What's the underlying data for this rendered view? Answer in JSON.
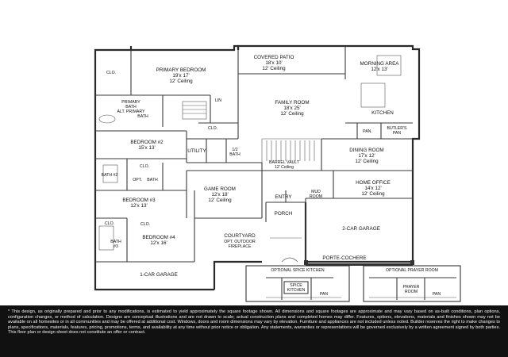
{
  "rooms": {
    "primary_bedroom": {
      "name": "PRIMARY BEDROOM",
      "size": "19'x 17'",
      "ceiling": "12' Ceiling"
    },
    "covered_patio": {
      "name": "COVERED PATIO",
      "size": "18'x 10'",
      "ceiling": "12' Ceiling"
    },
    "morning_area": {
      "name": "MORNING AREA",
      "size": "12'x 13'"
    },
    "family_room": {
      "name": "FAMILY ROOM",
      "size": "18'x 25'",
      "ceiling": "12' Ceiling"
    },
    "kitchen": {
      "name": "KITCHEN"
    },
    "bedroom_2": {
      "name": "BEDROOM #2",
      "size": "15'x 13'"
    },
    "dining_room": {
      "name": "DINING ROOM",
      "size": "17'x 12'",
      "ceiling": "12' Ceiling"
    },
    "barrel_vault": {
      "name": "BARREL VAULT",
      "ceiling": "12' Ceiling"
    },
    "home_office": {
      "name": "HOME OFFICE",
      "size": "14'x 12'",
      "ceiling": "12' Ceiling"
    },
    "game_room": {
      "name": "GAME ROOM",
      "size": "12'x 18'",
      "ceiling": "12' Ceiling"
    },
    "bedroom_3": {
      "name": "BEDROOM #3",
      "size": "12'x 13'"
    },
    "bedroom_4": {
      "name": "BEDROOM #4",
      "size": "12'x 16'"
    },
    "courtyard": {
      "name": "COURTYARD",
      "note1": "OPT. OUTDOOR",
      "note2": "FIREPLACE"
    },
    "two_car_garage": {
      "name": "2-CAR GARAGE"
    },
    "one_car_garage": {
      "name": "1-CAR GARAGE"
    },
    "porte_cochere": {
      "name": "PORTE-COCHERE"
    }
  },
  "small_labels": {
    "clo": "CLO.",
    "lin": "LIN",
    "primary_bath": "PRIMARY",
    "bath": "BATH",
    "alt_primary": "ALT. PRIMARY",
    "utility": "UTILITY",
    "half": "1/2",
    "bath2": "BATH #2",
    "opt": "OPT.",
    "bath3": "#3",
    "pan": "PAN.",
    "butlers": "BUTLER'S",
    "pan2": "PAN",
    "entry": "ENTRY",
    "mud": "MUD",
    "room": "ROOM",
    "porch": "PORCH"
  },
  "options": {
    "spice": {
      "title": "OPTIONAL SPICE KITCHEN",
      "label1": "SPICE",
      "label2": "KITCHEN",
      "pan": "PAN"
    },
    "prayer": {
      "title": "OPTIONAL PRAYER ROOM",
      "label1": "PRAYER",
      "label2": "ROOM",
      "pan": "PAN"
    }
  },
  "disclaimer": "* This design, as originally prepared and prior to any modifications, is estimated to yield approximately the square footage shown. All dimensions and square footages are approximate and may vary based on as-built conditions, plan options, configuration changes, or method of calculation. Designs are conceptual illustrations and are not drawn to scale; actual construction plans and completed homes may differ. Features, options, elevations, materials and finishes shown may not be available on all homesites or in all communities and may be offered at additional cost. Windows, doors and room dimensions may vary by elevation. Furniture and appliances are not included unless noted. Builder reserves the right to make changes to plans, specifications, materials, features, pricing, promotions, terms, and availability at any time without prior notice or obligation. Any statements, warranties or representations will be governed exclusively by a written agreement signed by both parties. This floor plan or design sheet does not constitute an offer or contract."
}
